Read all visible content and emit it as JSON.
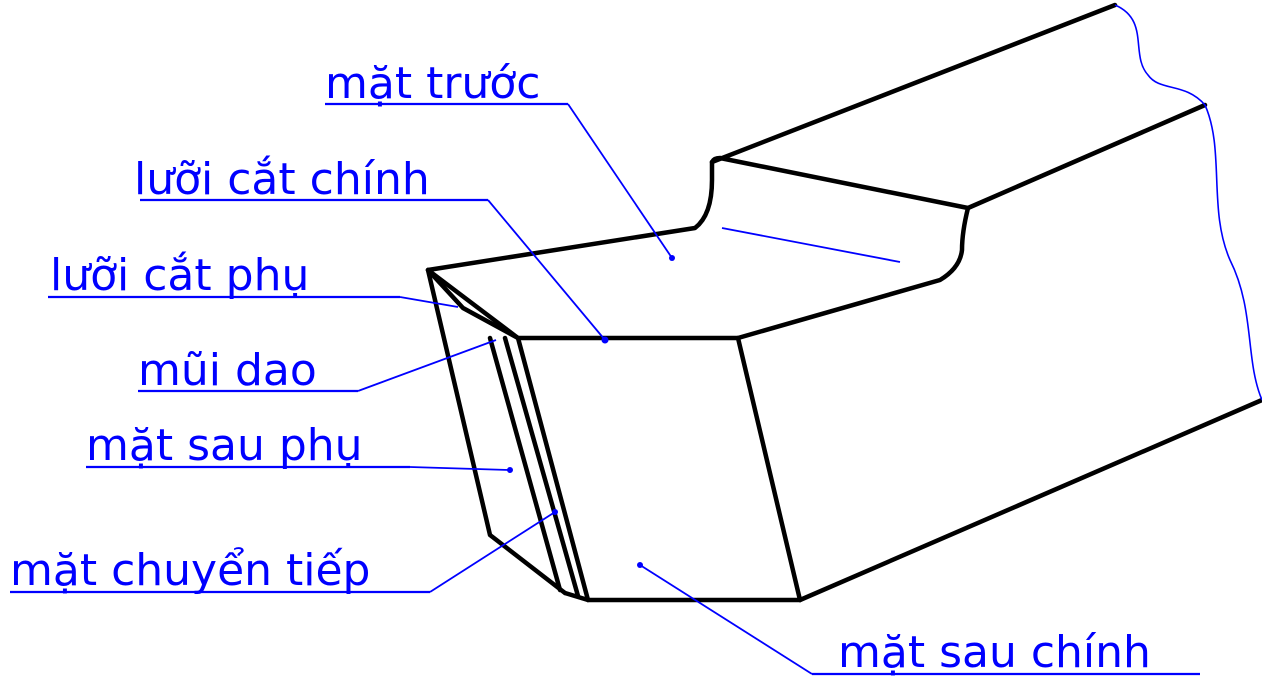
{
  "labels": {
    "mat_truoc": "mặt trước",
    "luoi_cat_chinh": "lưỡi cắt chính",
    "luoi_cat_phu": "lưỡi cắt phụ",
    "mui_dao": "mũi dao",
    "mat_sau_phu": "mặt sau phụ",
    "mat_chuyen_tiep": "mặt chuyển tiếp",
    "mat_sau_chinh": "mặt sau chính"
  },
  "colors": {
    "label": "#0000ff",
    "outline": "#000000",
    "background": "#ffffff"
  }
}
